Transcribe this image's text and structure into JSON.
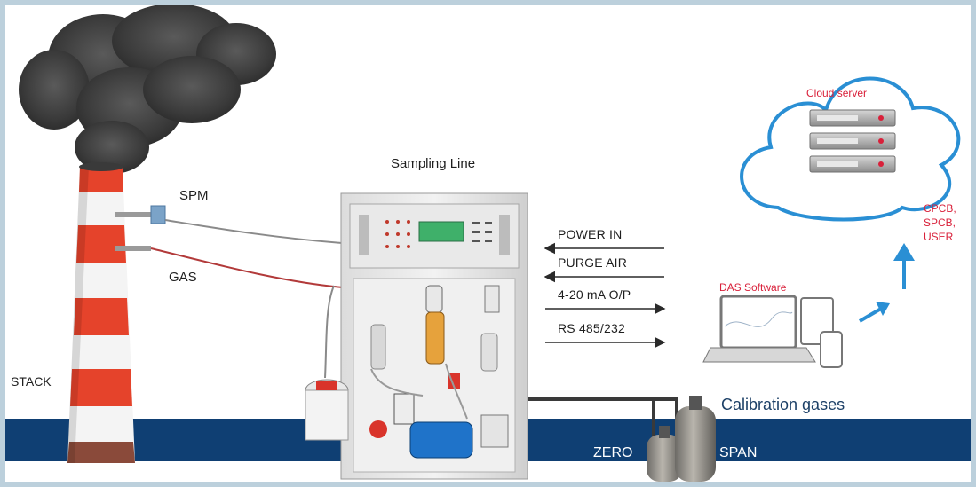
{
  "labels": {
    "sampling_line": "Sampling Line",
    "spm": "SPM",
    "gas": "GAS",
    "stack": "STACK",
    "signals": [
      "POWER IN",
      "PURGE AIR",
      "4-20 mA O/P",
      "RS 485/232"
    ],
    "das_software": "DAS Software",
    "cloud_server": "Cloud server",
    "recipients": [
      "CPCB,",
      "SPCB,",
      "USER"
    ],
    "calibration_gases": "Calibration gases",
    "zero": "ZERO",
    "span": "SPAN"
  },
  "colors": {
    "ground_band": "#0f3f73",
    "cloud_outline": "#2a8fd4",
    "arrow_blue": "#2a8fd4",
    "red_label": "#d9203a",
    "stack_red": "#e5432b",
    "screen_green": "#3fb06a"
  }
}
